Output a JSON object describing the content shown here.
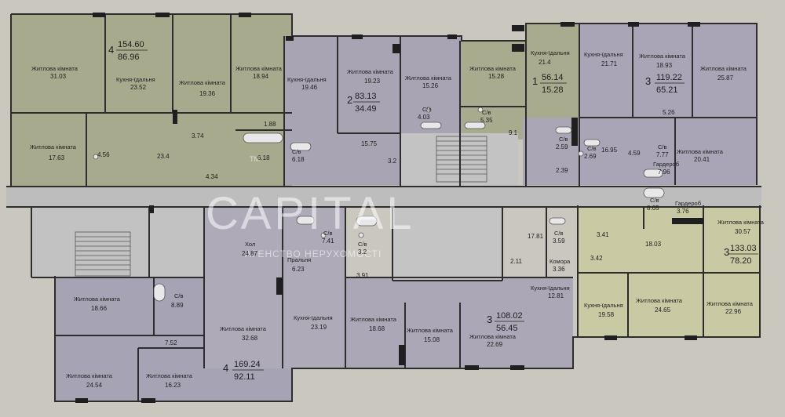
{
  "colors": {
    "background": "#cfcbc4",
    "green_zone": "#a8ab8d",
    "violet_zone": "#a9a5b5",
    "yellow_zone": "#c9c9a2",
    "corridor": "#bcbcbc",
    "wall": "#2b2b2b"
  },
  "watermark": {
    "prefix": "ТМ",
    "brand": "САРІТАL",
    "tagline": "АГЕНСТВО НЕРУХОМОСТІ"
  },
  "units": [
    {
      "rooms": "4",
      "total": "154.60",
      "living": "86.96"
    },
    {
      "rooms": "2",
      "total": "83.13",
      "living": "34.49"
    },
    {
      "rooms": "1",
      "total": "56.14",
      "living": "15.28"
    },
    {
      "rooms": "3",
      "total": "119.22",
      "living": "65.21"
    },
    {
      "rooms": "3",
      "total": "133.03",
      "living": "78.20"
    },
    {
      "rooms": "3",
      "total": "108.02",
      "living": "56.45"
    },
    {
      "rooms": "4",
      "total": "169.24",
      "living": "92.11"
    }
  ],
  "rooms": [
    {
      "label": "Житлова кімната",
      "area": "31.03"
    },
    {
      "label": "Кухня-їдальня",
      "area": "23.52"
    },
    {
      "label": "Житлова кімната",
      "area": "19.36"
    },
    {
      "label": "Житлова кімната",
      "area": "18.94"
    },
    {
      "label": "Житлова кімната",
      "area": "17.63"
    },
    {
      "label": "",
      "area": "4.56"
    },
    {
      "label": "",
      "area": "23.4"
    },
    {
      "label": "",
      "area": "3.74"
    },
    {
      "label": "",
      "area": "1.88"
    },
    {
      "label": "",
      "area": "6.18"
    },
    {
      "label": "С/в",
      "area": "6.18"
    },
    {
      "label": "",
      "area": "4.34"
    },
    {
      "label": "Кухня-їдальня",
      "area": "19.46"
    },
    {
      "label": "Житлова кімната",
      "area": "19.23"
    },
    {
      "label": "Житлова кімната",
      "area": "15.26"
    },
    {
      "label": "С/в",
      "area": "4.03"
    },
    {
      "label": "",
      "area": "15.75"
    },
    {
      "label": "",
      "area": "3.2"
    },
    {
      "label": "Житлова кімната",
      "area": "15.28"
    },
    {
      "label": "С/в",
      "area": "5.35"
    },
    {
      "label": "",
      "area": "9.1"
    },
    {
      "label": "Кухня-їдальня",
      "area": "21.4"
    },
    {
      "label": "С/в",
      "area": "2.59"
    },
    {
      "label": "С/в",
      "area": "2.69"
    },
    {
      "label": "",
      "area": "2.39"
    },
    {
      "label": "Кухня-їдальня",
      "area": "21.71"
    },
    {
      "label": "Житлова кімната",
      "area": "18.93"
    },
    {
      "label": "Житлова кімната",
      "area": "25.87"
    },
    {
      "label": "",
      "area": "5.26"
    },
    {
      "label": "",
      "area": "16.95"
    },
    {
      "label": "",
      "area": "4.59"
    },
    {
      "label": "С/в",
      "area": "7.77"
    },
    {
      "label": "Гардероб",
      "area": "7.96"
    },
    {
      "label": "Житлова кімната",
      "area": "20.41"
    },
    {
      "label": "С/в",
      "area": "8.65"
    },
    {
      "label": "Гардероб",
      "area": "3.76"
    },
    {
      "label": "Житлова кімната",
      "area": "30.57"
    },
    {
      "label": "",
      "area": "3.41"
    },
    {
      "label": "",
      "area": "18.03"
    },
    {
      "label": "",
      "area": "3.42"
    },
    {
      "label": "Кухня-їдальня",
      "area": "19.58"
    },
    {
      "label": "Житлова кімната",
      "area": "24.65"
    },
    {
      "label": "Житлова кімната",
      "area": "22.96"
    },
    {
      "label": "С/в",
      "area": "3.59"
    },
    {
      "label": "Комора",
      "area": "3.36"
    },
    {
      "label": "",
      "area": "17.81"
    },
    {
      "label": "Кухня-їдальня",
      "area": "12.81"
    },
    {
      "label": "",
      "area": "2.11"
    },
    {
      "label": "С/в",
      "area": "7.41"
    },
    {
      "label": "С/в",
      "area": "3.2"
    },
    {
      "label": "Хол",
      "area": "24.87"
    },
    {
      "label": "Пральня",
      "area": "6.23"
    },
    {
      "label": "",
      "area": "3.91"
    },
    {
      "label": "Житлова кімната",
      "area": "18.66"
    },
    {
      "label": "С/в",
      "area": "8.89"
    },
    {
      "label": "Житлова кімната",
      "area": "32.68"
    },
    {
      "label": "Кухня-їдальня",
      "area": "23.19"
    },
    {
      "label": "Житлова кімната",
      "area": "18.68"
    },
    {
      "label": "Житлова кімната",
      "area": "15.08"
    },
    {
      "label": "Житлова кімната",
      "area": "22.69"
    },
    {
      "label": "",
      "area": "7.52"
    },
    {
      "label": "Житлова кімната",
      "area": "24.54"
    },
    {
      "label": "Житлова кімната",
      "area": "16.23"
    }
  ]
}
